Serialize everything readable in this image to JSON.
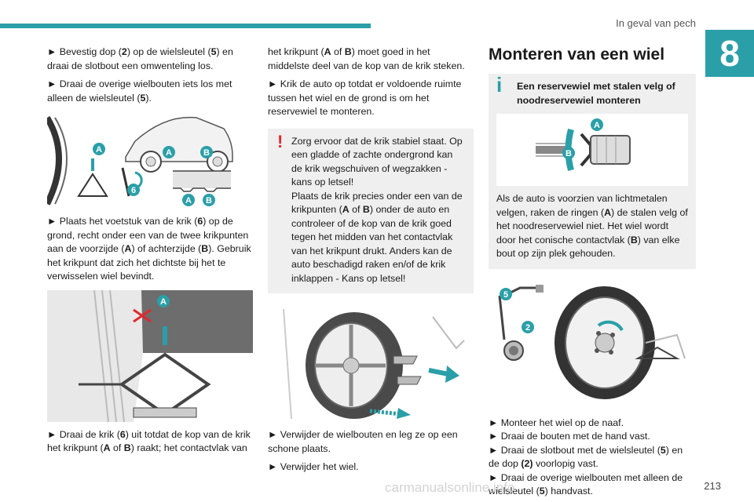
{
  "header": {
    "title": "In geval van pech",
    "chapter": "8"
  },
  "footer": {
    "page_number": "213",
    "watermark": "carmanualsonline.info"
  },
  "column1": {
    "p1": {
      "a": "► Bevestig dop (",
      "b1": "2",
      "c": ") op de wielsleutel (",
      "b2": "5",
      "d": ") en draai de slotbout een omwenteling los."
    },
    "p2": {
      "a": "► Draai de overige wielbouten iets los met alleen de wielsleutel (",
      "b1": "5",
      "c": ")."
    },
    "fig1": {
      "labels": [
        "A",
        "B",
        "A",
        "6",
        "A",
        "B"
      ]
    },
    "p3": {
      "a": "► Plaats het voetstuk van de krik (",
      "b1": "6",
      "c": ") op de grond, recht onder een van de twee krikpunten aan de voorzijde (",
      "b2": "A",
      "d": ") of achterzijde (",
      "b3": "B",
      "e": "). Gebruik het krikpunt dat zich het dichtste bij het te verwisselen wiel bevindt."
    },
    "fig2": {
      "label": "A"
    },
    "p4": {
      "a": "► Draai de krik (",
      "b1": "6",
      "c": ") uit totdat de kop van de krik het krikpunt (",
      "b2": "A",
      "d": " of ",
      "b3": "B",
      "e": ") raakt; het contactvlak van"
    }
  },
  "column2": {
    "p1": {
      "a": "het krikpunt (",
      "b1": "A",
      "c": " of ",
      "b2": "B",
      "d": ") moet goed in het middelste deel van de kop van de krik steken."
    },
    "p2": {
      "a": "► Krik de auto op totdat er voldoende ruimte tussen het wiel en de grond is om het reservewiel te monteren."
    },
    "warning": {
      "line1": "Zorg ervoor dat de krik stabiel staat. Op een gladde of zachte ondergrond kan de krik wegschuiven of wegzakken - kans op letsel!",
      "line2": {
        "a": "Plaats de krik precies onder een van de krikpunten (",
        "b1": "A",
        "c": " of ",
        "b2": "B",
        "d": ") onder de auto en controleer of de kop van de krik goed tegen het midden van het contactvlak van het krikpunt drukt. Anders kan de auto beschadigd raken en/of de krik inklappen - Kans op letsel!"
      }
    },
    "p3": "► Verwijder de wielbouten en leg ze op een schone plaats.",
    "p4": "► Verwijder het wiel."
  },
  "column3": {
    "section_title": "Monteren van een wiel",
    "info": {
      "title": "Een reservewiel met stalen velg of noodreservewiel monteren",
      "fig_labels": [
        "A",
        "B"
      ],
      "text": {
        "a": "Als de auto is voorzien van lichtmetalen velgen, raken de ringen (",
        "b1": "A",
        "c": ") de stalen velg of het noodreservewiel niet. Het wiel wordt door het conische contactvlak (",
        "b2": "B",
        "d": ") van elke bout op zijn plek gehouden."
      }
    },
    "fig": {
      "labels": [
        "5",
        "2"
      ]
    },
    "steps": [
      {
        "a": "► Monteer het wiel op de naaf."
      },
      {
        "a": "► Draai de bouten met de hand vast."
      },
      {
        "a": "► Draai de slotbout met de wielsleutel (",
        "b1": "5",
        "c": ") en de dop ",
        "b2": "(2)",
        "d": " voorlopig vast."
      },
      {
        "a": "► Draai de overige wielbouten met alleen de wielsleutel (",
        "b1": "5",
        "c": ") handvast."
      }
    ]
  },
  "colors": {
    "accent": "#2a9fa8",
    "warning": "#e0282f",
    "box_bg": "#efefef"
  }
}
